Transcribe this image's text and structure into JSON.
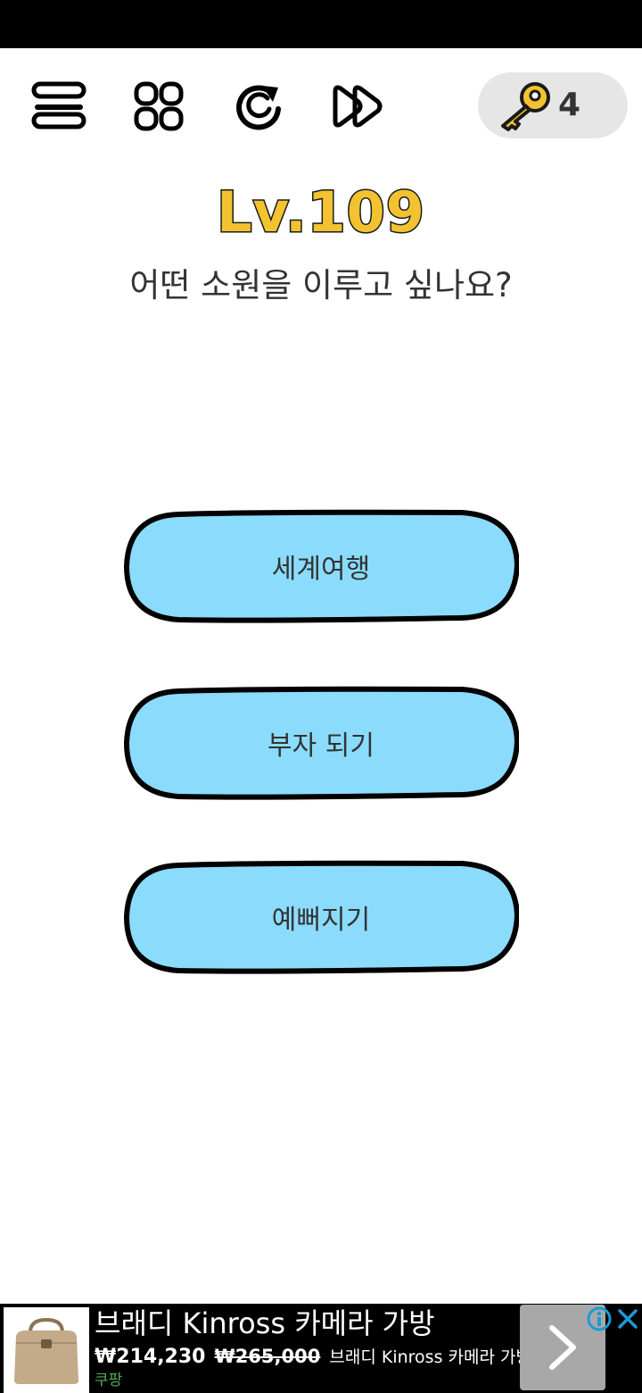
{
  "game": {
    "keys": "4",
    "level": "Lv.109",
    "question": "어떤 소원을 이루고 싶나요?"
  },
  "answers": [
    {
      "label": "세계여행"
    },
    {
      "label": "부자 되기"
    },
    {
      "label": "예뻐지기"
    }
  ],
  "ad": {
    "title": "브래디 Kinross 카메라 가방",
    "price": "₩214,230",
    "original_price": "₩265,000",
    "description": "브래디 Kinross 카메라 가방",
    "brand": "쿠팡"
  },
  "colors": {
    "level_text": "#f2c230",
    "answer_fill": "#8bdcfc",
    "key": "#f2c230",
    "ad_brand": "#4fae5a",
    "ad_info": "#1a9ad6"
  },
  "icons": {
    "menu": "menu-icon",
    "levels": "level-grid-icon",
    "restart": "restart-icon",
    "skip": "skip-icon",
    "key": "key-icon"
  }
}
